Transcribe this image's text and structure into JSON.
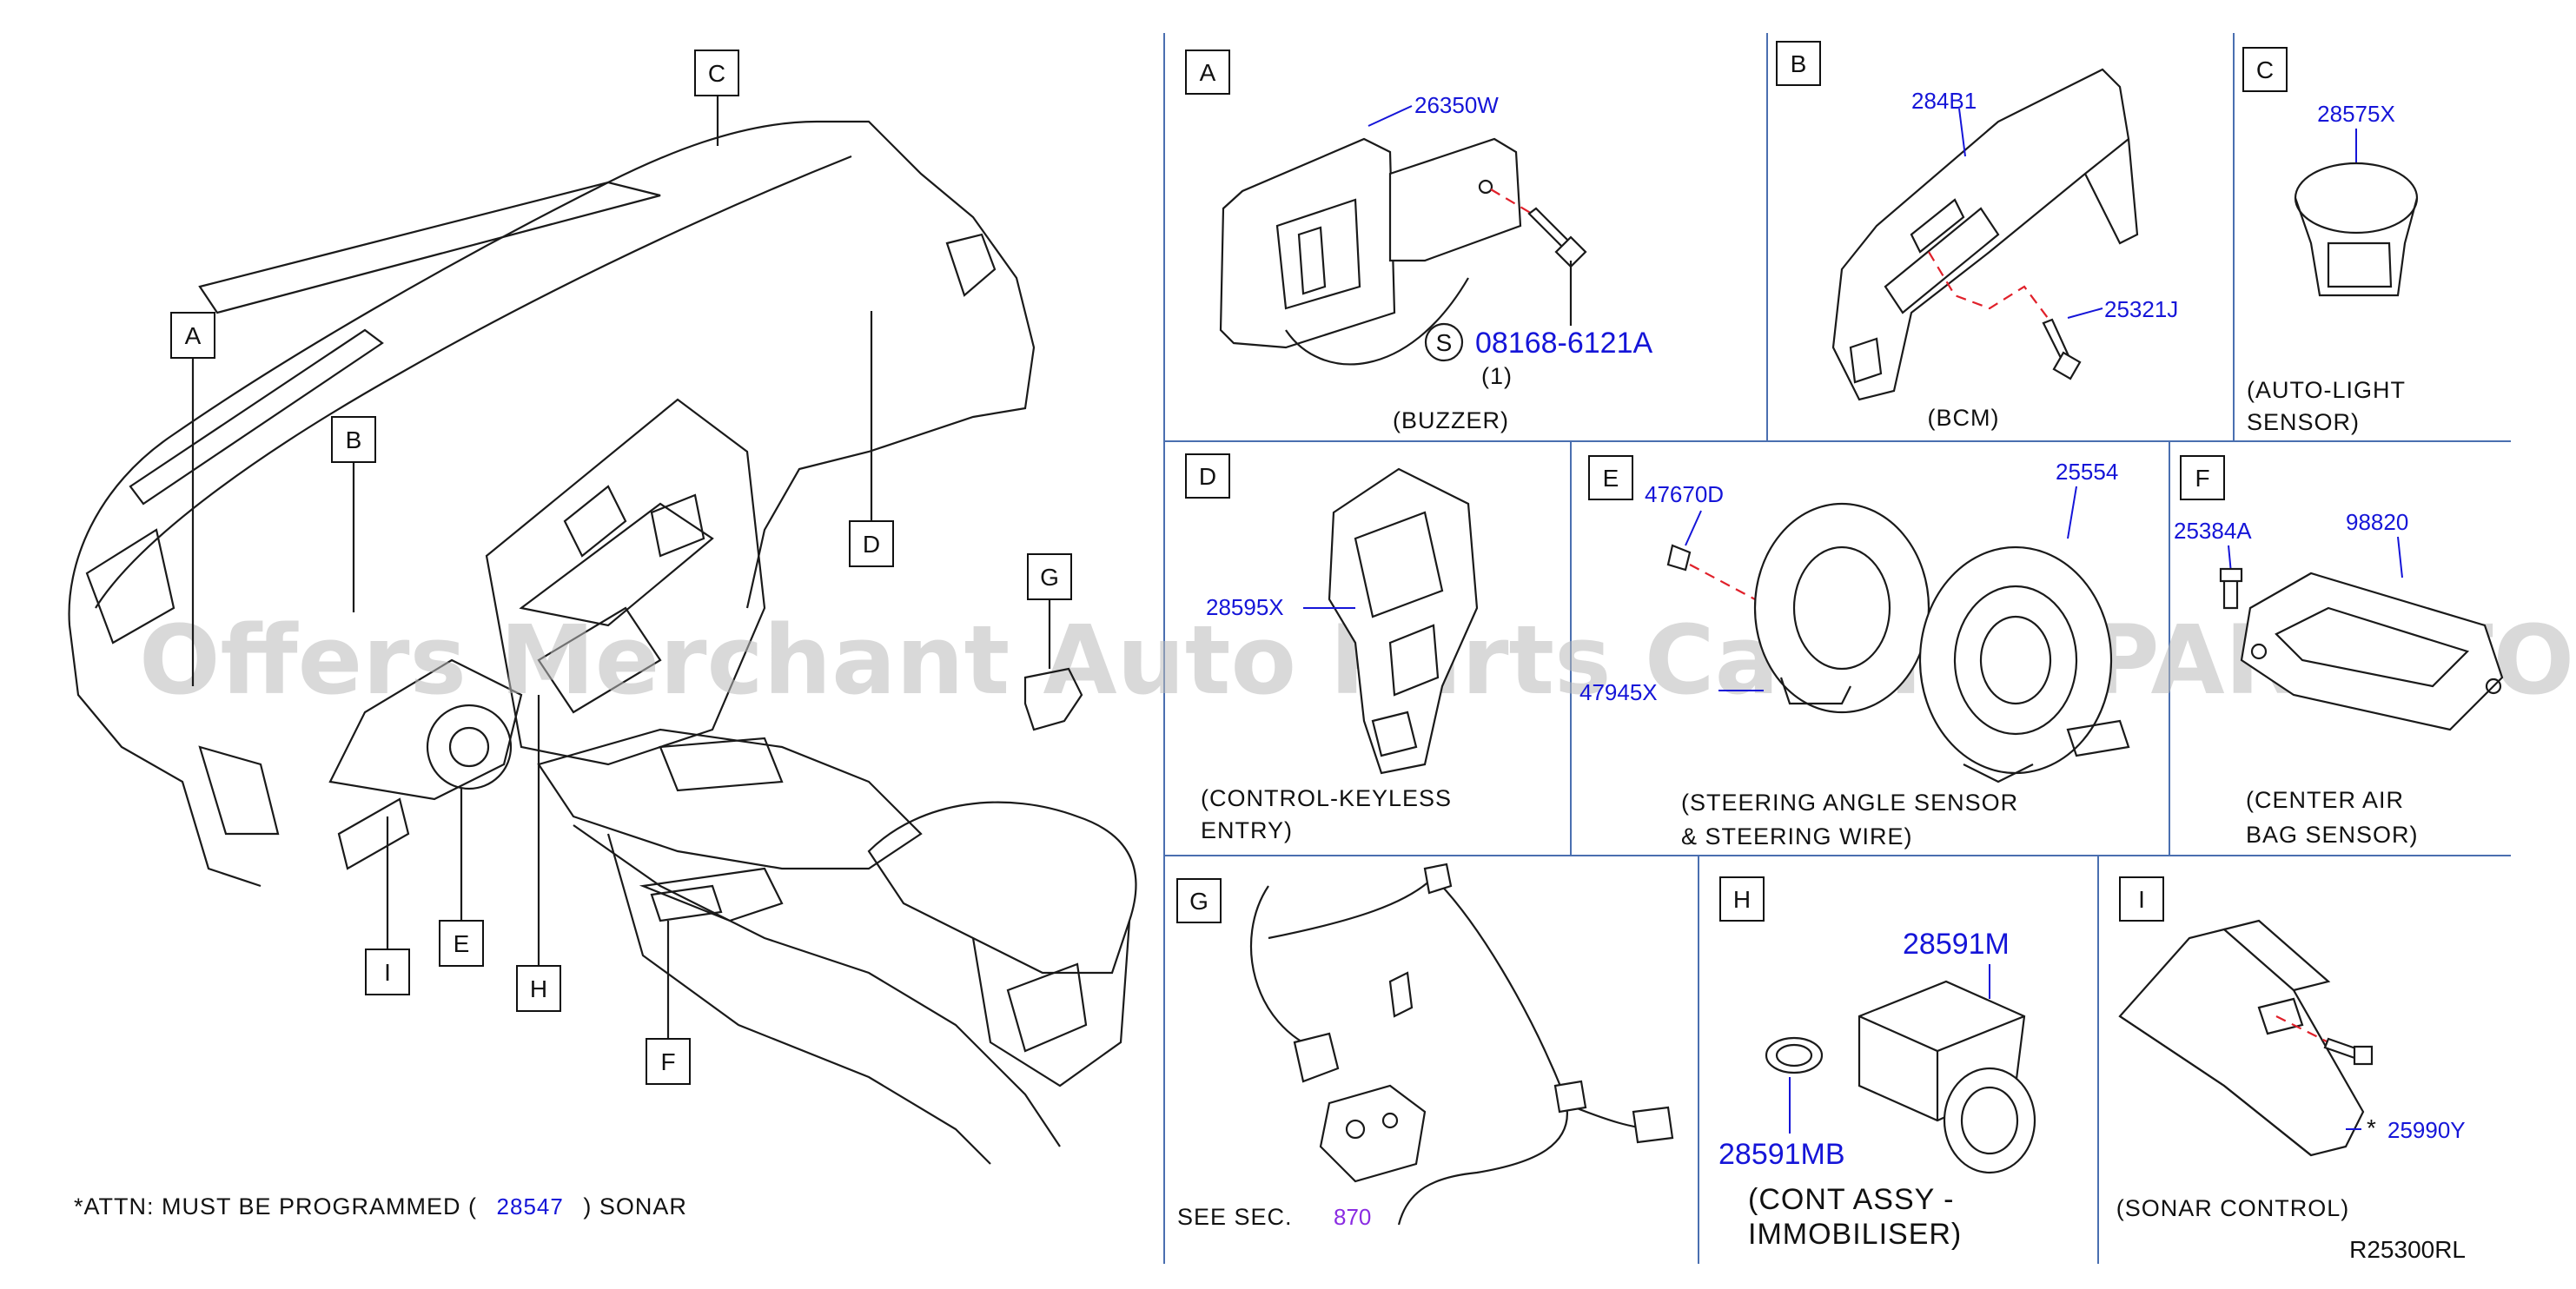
{
  "overview": {
    "callouts": [
      "A",
      "B",
      "C",
      "D",
      "E",
      "F",
      "G",
      "H",
      "I"
    ],
    "attn": {
      "prefix": "*ATTN:  MUST  BE  PROGRAMMED  (",
      "part": "28547",
      "suffix": ")  SONAR"
    }
  },
  "panels": {
    "A": {
      "letter": "A",
      "parts": [
        "26350W",
        "08168-6121A"
      ],
      "symbol": "S",
      "qty": "(1)",
      "caption": "(BUZZER)"
    },
    "B": {
      "letter": "B",
      "parts": [
        "284B1",
        "25321J"
      ],
      "caption": "(BCM)"
    },
    "C": {
      "letter": "C",
      "parts": [
        "28575X"
      ],
      "caption_lines": [
        "(AUTO-LIGHT",
        "SENSOR)"
      ]
    },
    "D": {
      "letter": "D",
      "parts": [
        "28595X"
      ],
      "caption_lines": [
        "(CONTROL-KEYLESS",
        "ENTRY)"
      ]
    },
    "E": {
      "letter": "E",
      "parts": [
        "47670D",
        "25554",
        "47945X"
      ],
      "caption_lines": [
        "(STEERING  ANGLE  SENSOR",
        "&  STEERING  WIRE)"
      ]
    },
    "F": {
      "letter": "F",
      "parts": [
        "25384A",
        "98820"
      ],
      "caption_lines": [
        "(CENTER  AIR",
        "BAG  SENSOR)"
      ]
    },
    "G": {
      "letter": "G",
      "see_prefix": "SEE  SEC.",
      "see_sec": "870"
    },
    "H": {
      "letter": "H",
      "parts": [
        "28591M",
        "28591MB"
      ],
      "caption_lines": [
        "(CONT  ASSY  -",
        "IMMOBILISER)"
      ]
    },
    "I": {
      "letter": "I",
      "parts": [
        "25990Y"
      ],
      "star": "*",
      "caption": "(SONAR  CONTROL)"
    }
  },
  "diagram_code": "R25300RL",
  "watermark": "Offers Merchant Auto Parts Catalog PARTSTORE.SA",
  "colors": {
    "part_number": "#1515d8",
    "section_ref": "#8a2be2",
    "leader_red": "#e0202a",
    "grid": "#4a6fb0"
  }
}
